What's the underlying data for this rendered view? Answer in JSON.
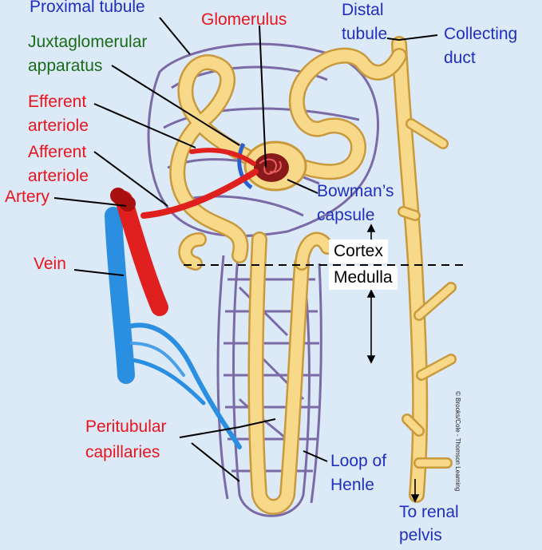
{
  "labels": {
    "proximal_tubule": "Proximal tubule",
    "glomerulus": "Glomerulus",
    "distal_tubule_1": "Distal",
    "distal_tubule_2": "tubule",
    "collecting_duct_1": "Collecting",
    "collecting_duct_2": "duct",
    "juxtaglomerular_1": "Juxtaglomerular",
    "juxtaglomerular_2": "apparatus",
    "efferent_1": "Efferent",
    "efferent_2": "arteriole",
    "afferent_1": "Afferent",
    "afferent_2": "arteriole",
    "artery": "Artery",
    "bowmans_1": "Bowman’s",
    "bowmans_2": "capsule",
    "cortex": "Cortex",
    "medulla": "Medulla",
    "vein": "Vein",
    "peritubular_1": "Peritubular",
    "peritubular_2": "capillaries",
    "loop_1": "Loop of",
    "loop_2": "Henle",
    "renal_1": "To renal",
    "renal_2": "pelvis"
  },
  "credit": "© Brooks/Cole - Thomson Learning",
  "colors": {
    "background": "#dce9f7",
    "tubule": "#f8d98a",
    "tubule_edge": "#c99a3c",
    "capillary": "#7a6aa6",
    "artery": "#e0201e",
    "vein": "#2a8fe0",
    "label_blue": "#1f2fbf",
    "label_red": "#e8141e",
    "label_green": "#1a6b1a"
  }
}
